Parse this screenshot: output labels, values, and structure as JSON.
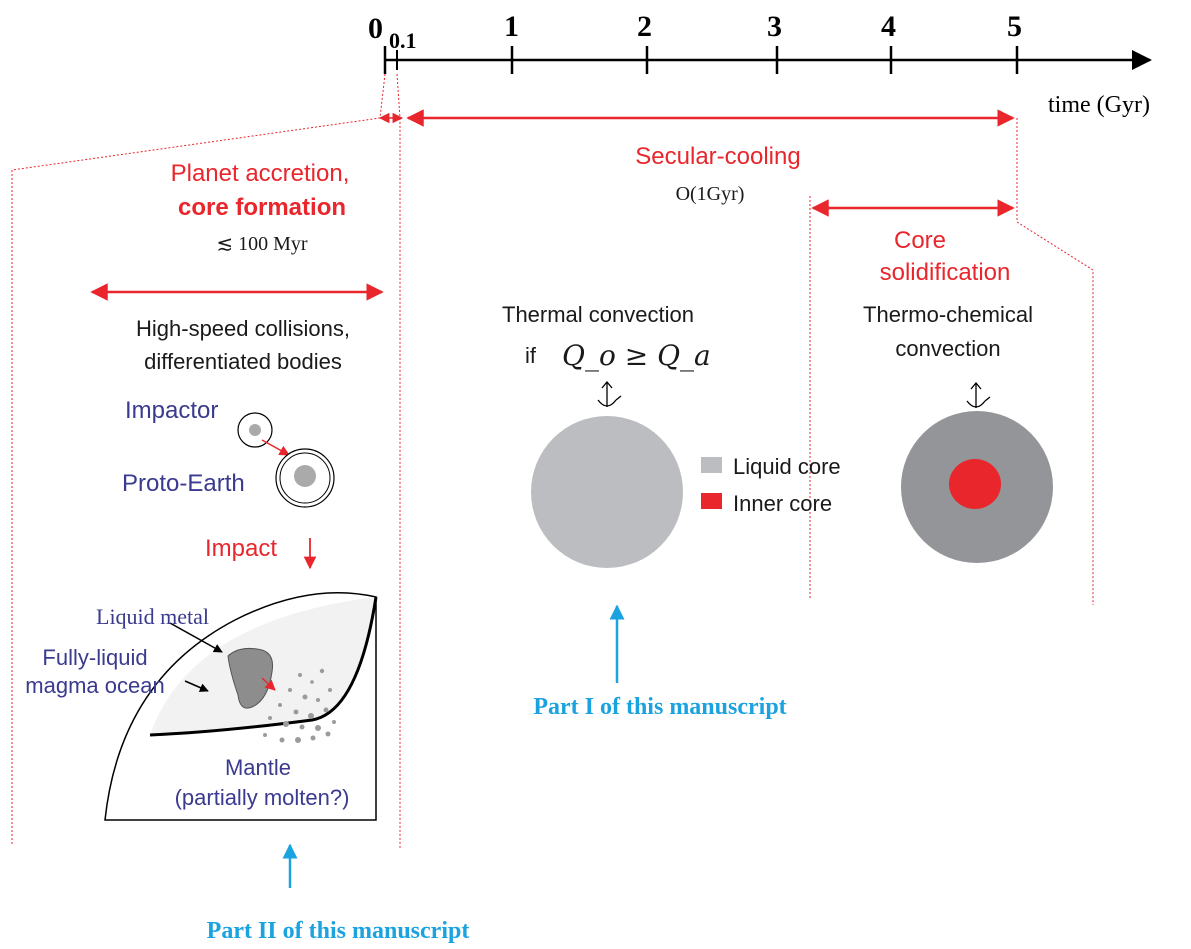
{
  "timeline": {
    "ticks": [
      "0",
      "0.1",
      "1",
      "2",
      "3",
      "4",
      "5"
    ],
    "axis_label": "time (Gyr)"
  },
  "phase1": {
    "title": "Planet accretion,",
    "title_bold": "core formation",
    "duration": "≲ 100 Myr",
    "collisions_line1": "High-speed collisions,",
    "collisions_line2": "differentiated bodies",
    "impactor": "Impactor",
    "proto_earth": "Proto-Earth",
    "impact": "Impact",
    "liquid_metal": "Liquid metal",
    "magma_line1": "Fully-liquid",
    "magma_line2": "magma ocean",
    "mantle_line1": "Mantle",
    "mantle_line2": "(partially molten?)",
    "part_label": "Part II of this manuscript"
  },
  "phase2": {
    "title": "Secular-cooling",
    "duration": "O(1Gyr)",
    "convection": "Thermal convection",
    "condition_if": "if",
    "condition": "Q_o ≥ Q_a",
    "part_label": "Part I of this manuscript"
  },
  "phase3": {
    "title_line1": "Core",
    "title_line2": "solidification",
    "convection_line1": "Thermo-chemical",
    "convection_line2": "convection"
  },
  "legend": {
    "liquid_core": "Liquid core",
    "inner_core": "Inner core"
  },
  "colors": {
    "red": "#e8262c",
    "navy": "#3a3a8e",
    "cyan": "#1ba3e0",
    "liquid_core_light": "#bcbdc0",
    "liquid_core_dark": "#939598"
  }
}
